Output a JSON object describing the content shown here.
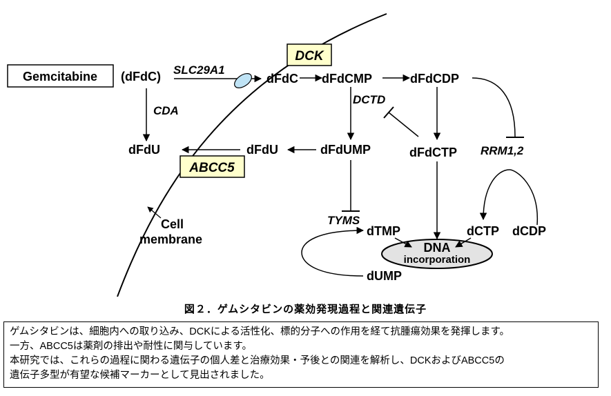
{
  "diagram": {
    "gemcitabine": "Gemcitabine",
    "dfdc_outside": "(dFdC)",
    "slc29a1": "SLC29A1",
    "dck": "DCK",
    "dfdc_inside": "dFdC",
    "dfdcmp": "dFdCMP",
    "dfdcdp": "dFdCDP",
    "cda": "CDA",
    "dctd": "DCTD",
    "dfdu_outside": "dFdU",
    "dfdu_inside": "dFdU",
    "dfdump": "dFdUMP",
    "dfdctp": "dFdCTP",
    "rrm": "RRM1,2",
    "abcc5": "ABCC5",
    "cell": "Cell",
    "membrane": "membrane",
    "tyms": "TYMS",
    "dtmp": "dTMP",
    "dna": "DNA",
    "incorporation": "incorporation",
    "dctp": "dCTP",
    "dcdp": "dCDP",
    "dump": "dUMP"
  },
  "caption": "図２．ゲムシタビンの薬効発現過程と関連遺伝子",
  "description": [
    "ゲムシタビンは、細胞内への取り込み、DCKによる活性化、標的分子への作用を経て抗腫瘍効果を発揮します。",
    "一方、ABCC5は薬剤の排出や耐性に関与しています。",
    "本研究では、これらの過程に関わる遺伝子の個人差と治療効果・予後との関連を解析し、DCKおよびABCC5の",
    "遺伝子多型が有望な候補マーカーとして見出されました。"
  ],
  "colors": {
    "gemcitabine_text": "#1a1acc",
    "highlight_text": "#e00000",
    "highlight_box": "#ffffcc",
    "transporter_fill": "#bfe3f5",
    "dna_fill": "#e3e3e3"
  }
}
